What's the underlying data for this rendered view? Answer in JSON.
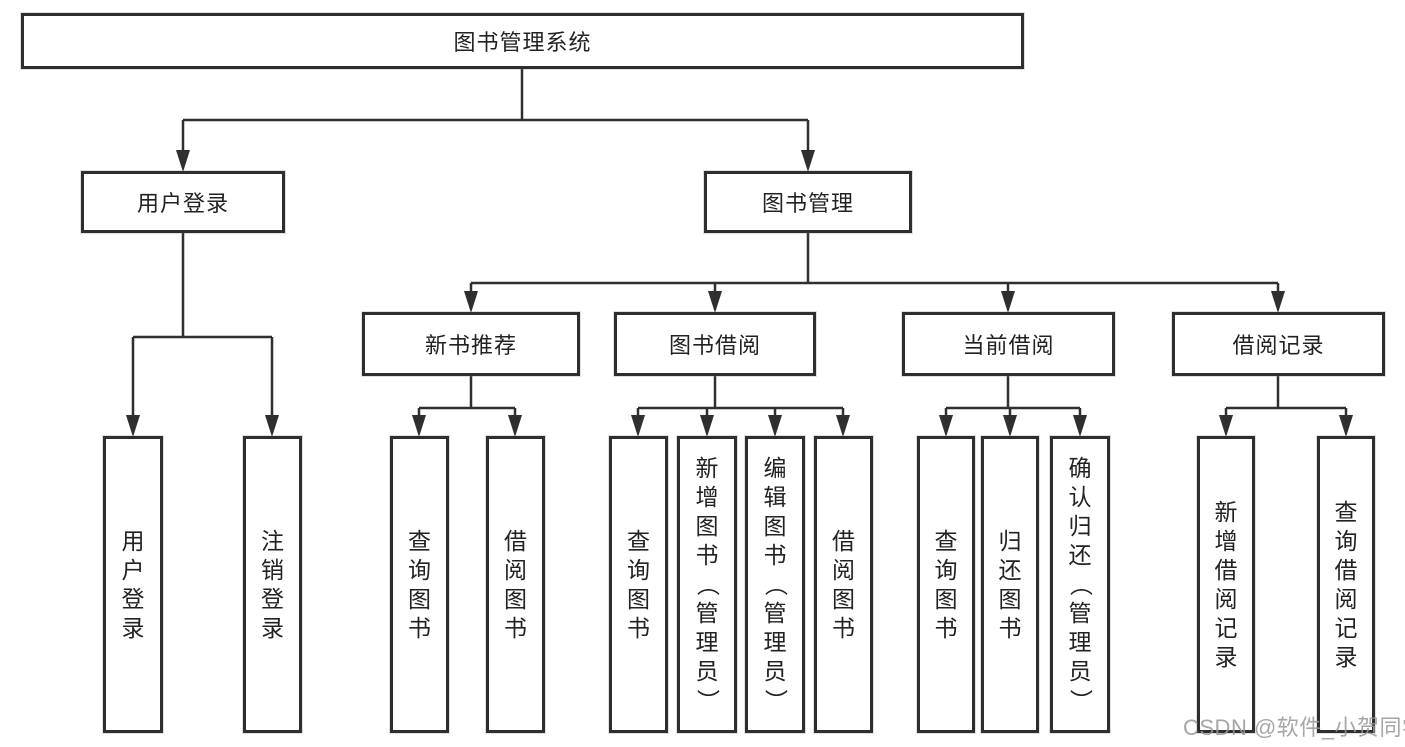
{
  "diagram_title": "图书管理系统",
  "watermark": "CSDN @软件_小贺同学",
  "colors": {
    "line": "#2f2f2f",
    "box_border": "#2e2e2e",
    "text": "#222222",
    "watermark": "#969696",
    "background": "#ffffff"
  },
  "tree": {
    "label": "图书管理系统",
    "children": [
      {
        "label": "用户登录",
        "children": [
          {
            "label": "用户登录"
          },
          {
            "label": "注销登录"
          }
        ]
      },
      {
        "label": "图书管理",
        "children": [
          {
            "label": "新书推荐",
            "children": [
              {
                "label": "查询图书"
              },
              {
                "label": "借阅图书"
              }
            ]
          },
          {
            "label": "图书借阅",
            "children": [
              {
                "label": "查询图书"
              },
              {
                "label": "新增图书（管理员）"
              },
              {
                "label": "编辑图书（管理员）"
              },
              {
                "label": "借阅图书"
              }
            ]
          },
          {
            "label": "当前借阅",
            "children": [
              {
                "label": "查询图书"
              },
              {
                "label": "归还图书"
              },
              {
                "label": "确认归还（管理员）"
              }
            ]
          },
          {
            "label": "借阅记录",
            "children": [
              {
                "label": "新增借阅记录"
              },
              {
                "label": "查询借阅记录"
              }
            ]
          }
        ]
      }
    ]
  }
}
